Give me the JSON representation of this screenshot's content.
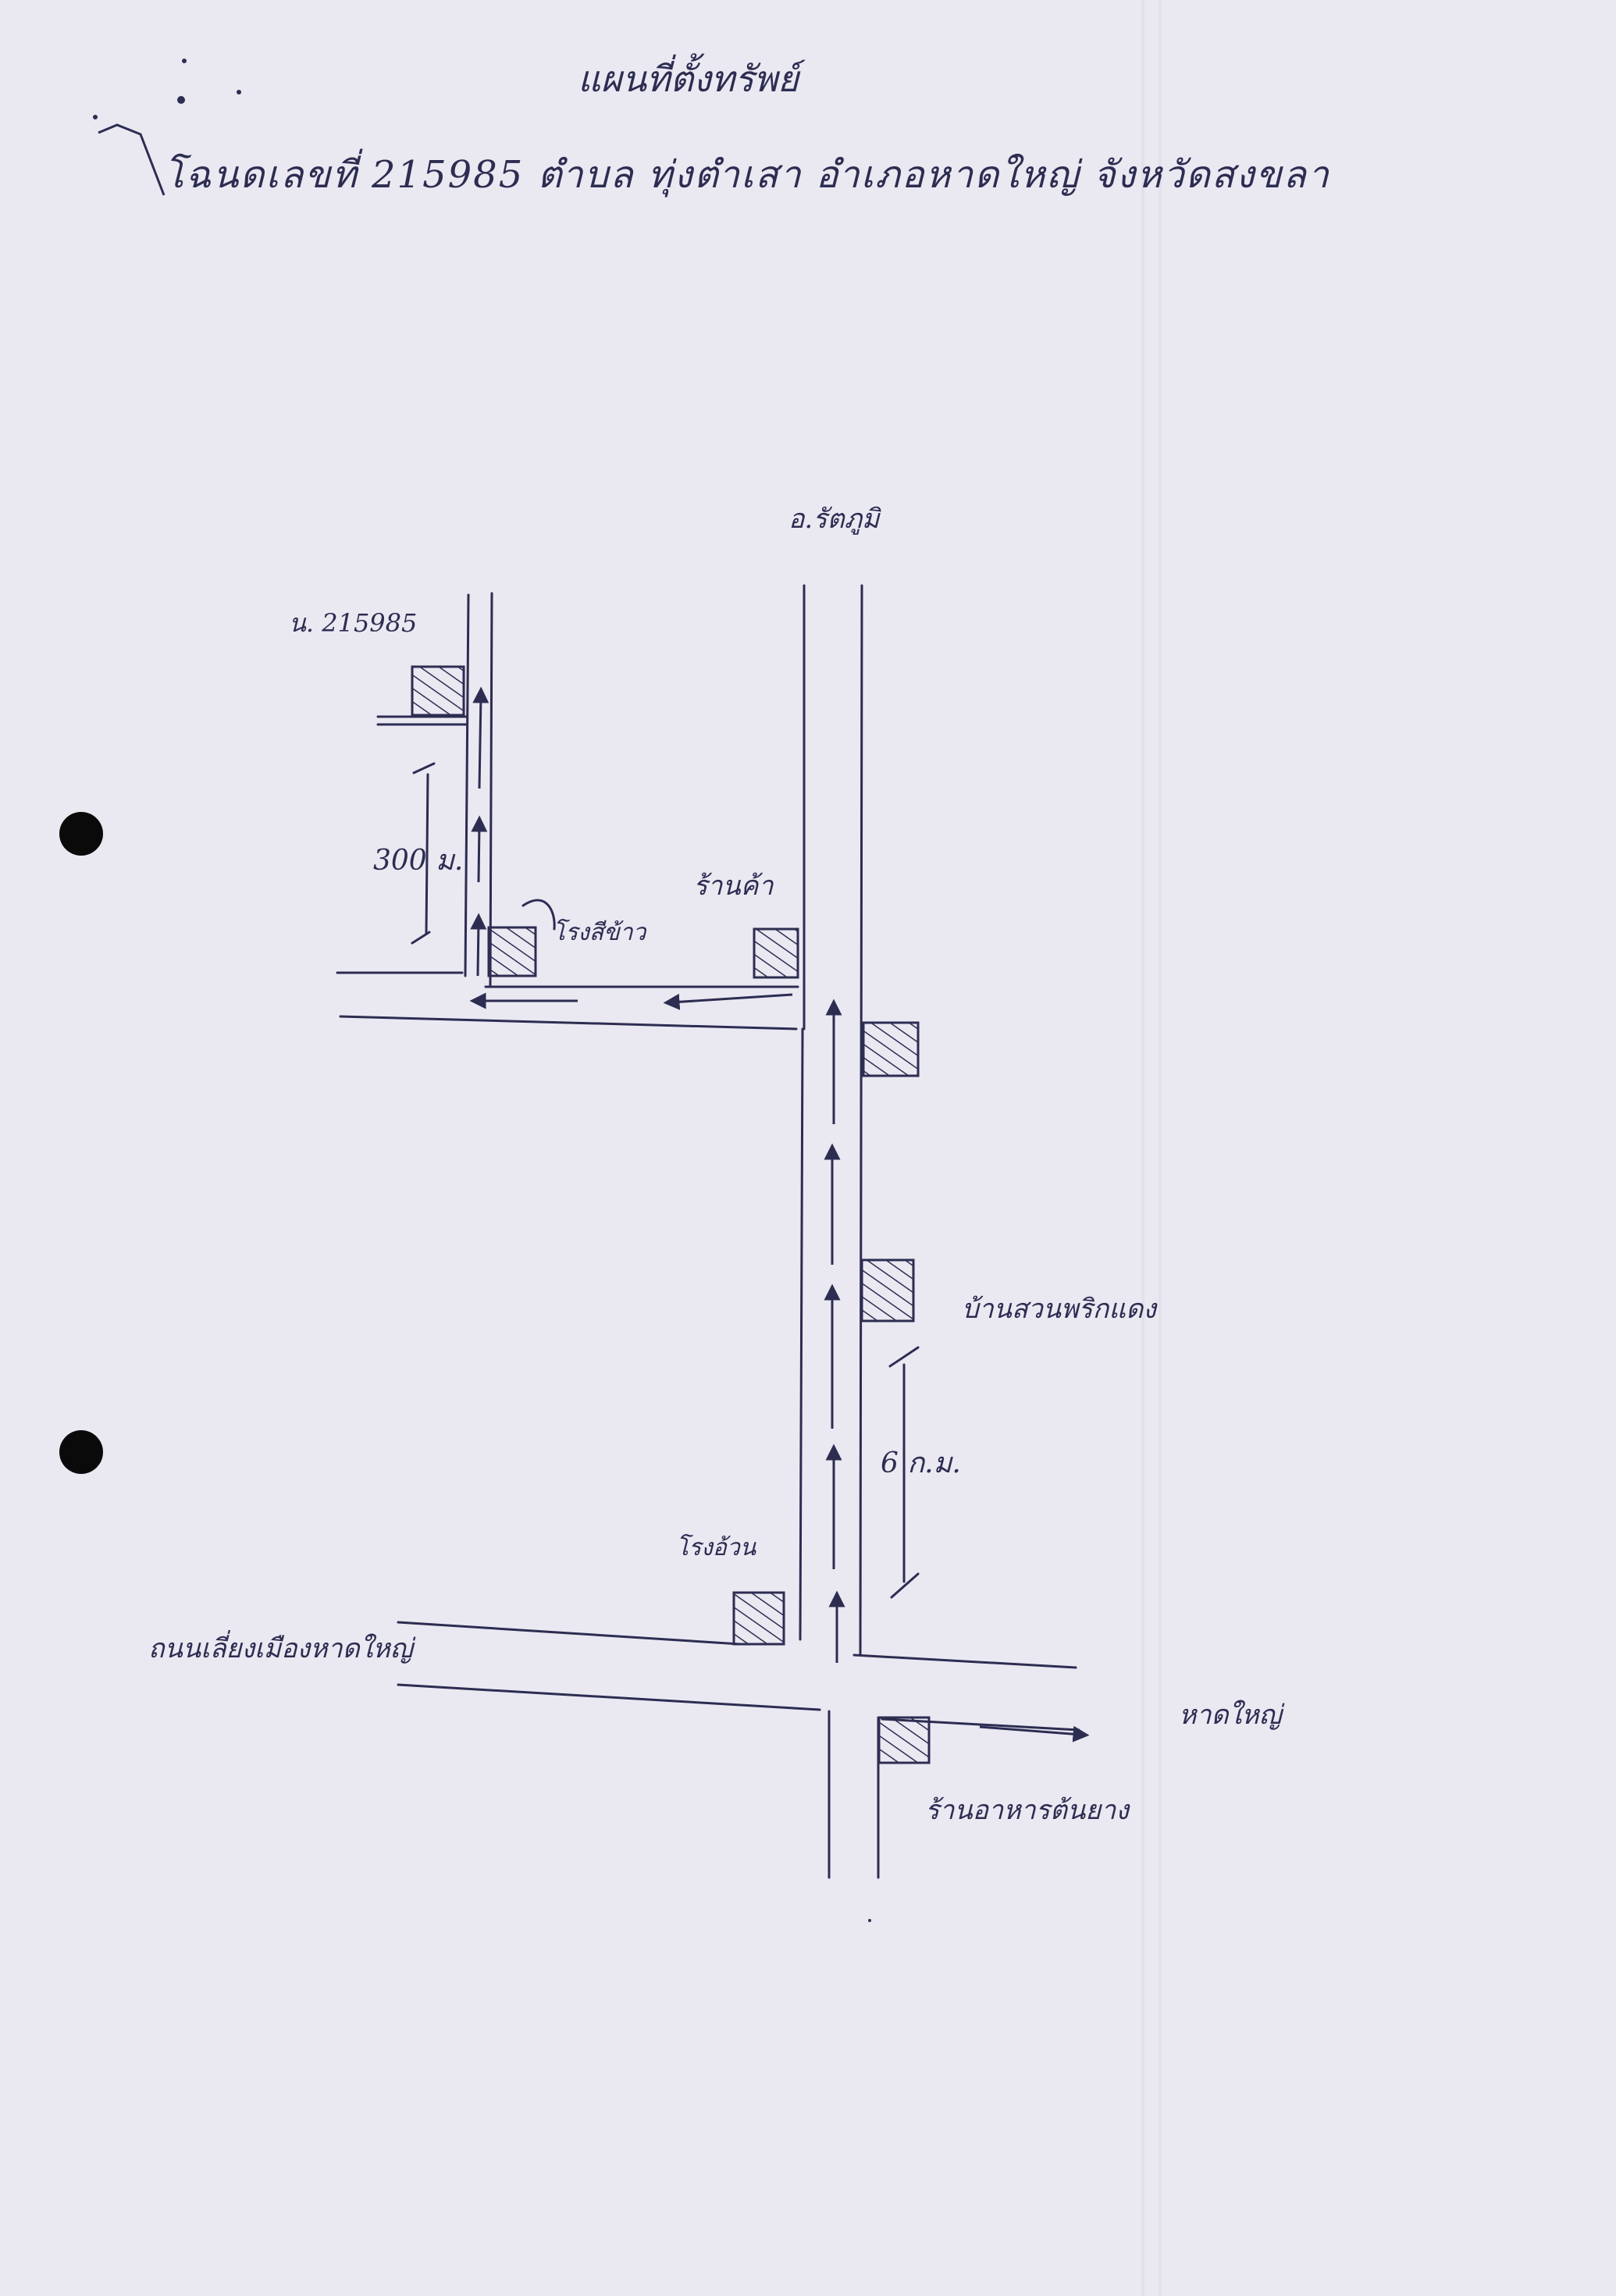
{
  "document": {
    "title": "แผนที่ตั้งทรัพย์",
    "subtitle": "โฉนดเลขที่ 215985   ตำบล ทุ่งตำเสา   อำเภอหาดใหญ่   จังหวัดสงขลา"
  },
  "map": {
    "labels": {
      "north": "อ.รัตภูมิ",
      "parcel": "น. 215985",
      "shop": "ร้านค้า",
      "mill": "โรงสีข้าว",
      "distance_1": "300 ม.",
      "house": "บ้านสวนพริกแดง",
      "distance_2": "6 ก.ม.",
      "station": "โรงอ้วน",
      "west": "ถนนเลี่ยงเมืองหาดใหญ่",
      "east": "หาดใหญ่",
      "restaurant": "ร้านอาหารต้นยาง"
    }
  },
  "colors": {
    "paper": "#eae8f1",
    "ink": "#2d2d52",
    "punch": "#0a0a0a"
  }
}
